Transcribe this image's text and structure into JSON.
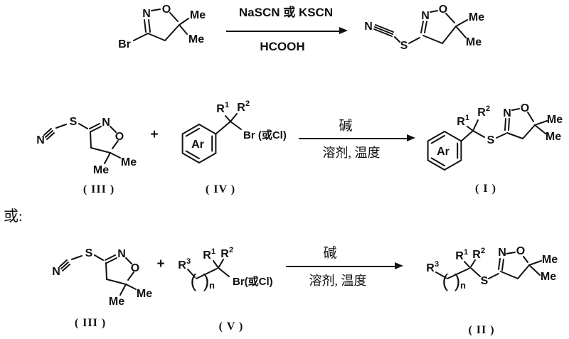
{
  "colors": {
    "ink": "#111111",
    "background": "#ffffff"
  },
  "atoms": {
    "N": "N",
    "O": "O",
    "S": "S",
    "Br": "Br",
    "Me": "Me",
    "Ar": "Ar",
    "R": "R",
    "sup1": "1",
    "sup2": "2",
    "sup3": "3",
    "sub_n": "n",
    "paren_open": "(",
    "paren_close": ")",
    "br_or_cl_spaced": "Br (或Cl)",
    "br_or_cl": "Br(或Cl)"
  },
  "symbols": {
    "plus": "+",
    "or": "或:"
  },
  "reaction1": {
    "above": "NaSCN 或 KSCN",
    "below": "HCOOH"
  },
  "reaction2": {
    "above": "碱",
    "below": "溶剂, 温度",
    "reactant1_label": "( III )",
    "reactant2_label": "( IV )",
    "product_label": "( I )"
  },
  "reaction3": {
    "above": "碱",
    "below": "溶剂, 温度",
    "reactant1_label": "( III )",
    "reactant2_label": "( V )",
    "product_label": "( II )"
  }
}
